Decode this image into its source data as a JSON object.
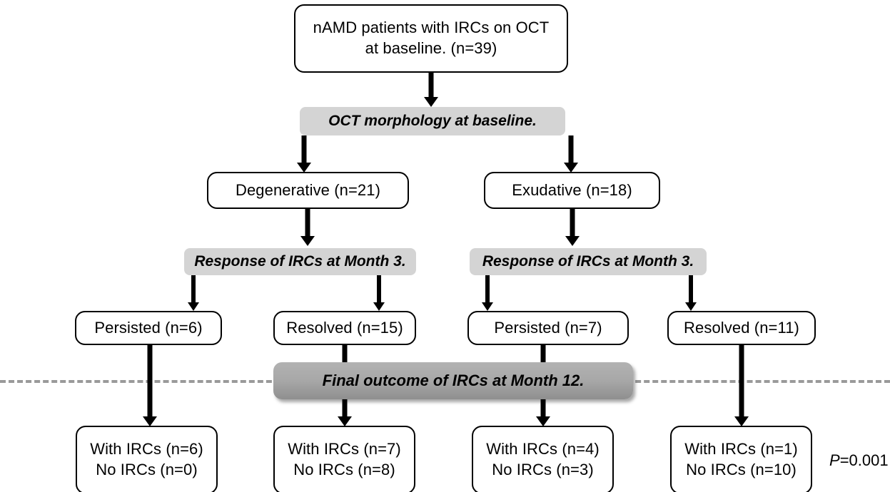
{
  "diagram": {
    "title": "nAMD IRC outcome flowchart",
    "root": {
      "lines": [
        "nAMD patients with IRCs on OCT",
        "at baseline. (n=39)"
      ]
    },
    "stages": [
      {
        "label": "OCT morphology at baseline."
      },
      {
        "label": "Response of IRCs at Month 3."
      },
      {
        "label": "Response of IRCs at Month 3."
      },
      {
        "label": "Final outcome of IRCs at Month 12."
      }
    ],
    "morphology_nodes": [
      {
        "lines": [
          "Degenerative (n=21)"
        ]
      },
      {
        "lines": [
          "Exudative (n=18)"
        ]
      }
    ],
    "month3_nodes": [
      {
        "lines": [
          "Persisted (n=6)"
        ]
      },
      {
        "lines": [
          "Resolved (n=15)"
        ]
      },
      {
        "lines": [
          "Persisted (n=7)"
        ]
      },
      {
        "lines": [
          "Resolved (n=11)"
        ]
      }
    ],
    "month12_nodes": [
      {
        "lines": [
          "With IRCs (n=6)",
          "No IRCs (n=0)"
        ]
      },
      {
        "lines": [
          "With IRCs (n=7)",
          "No IRCs (n=8)"
        ]
      },
      {
        "lines": [
          "With IRCs (n=4)",
          "No IRCs (n=3)"
        ]
      },
      {
        "lines": [
          "With IRCs (n=1)",
          "No IRCs (n=10)"
        ]
      }
    ],
    "statistic": {
      "symbol": "P",
      "value": "=0.001"
    },
    "colors": {
      "node_border": "#000000",
      "node_fill": "#ffffff",
      "banner_light": "#d4d4d4",
      "banner_dark": "#a8a8a8",
      "arrow": "#000000",
      "dashed_line": "#9a9a9a"
    }
  }
}
